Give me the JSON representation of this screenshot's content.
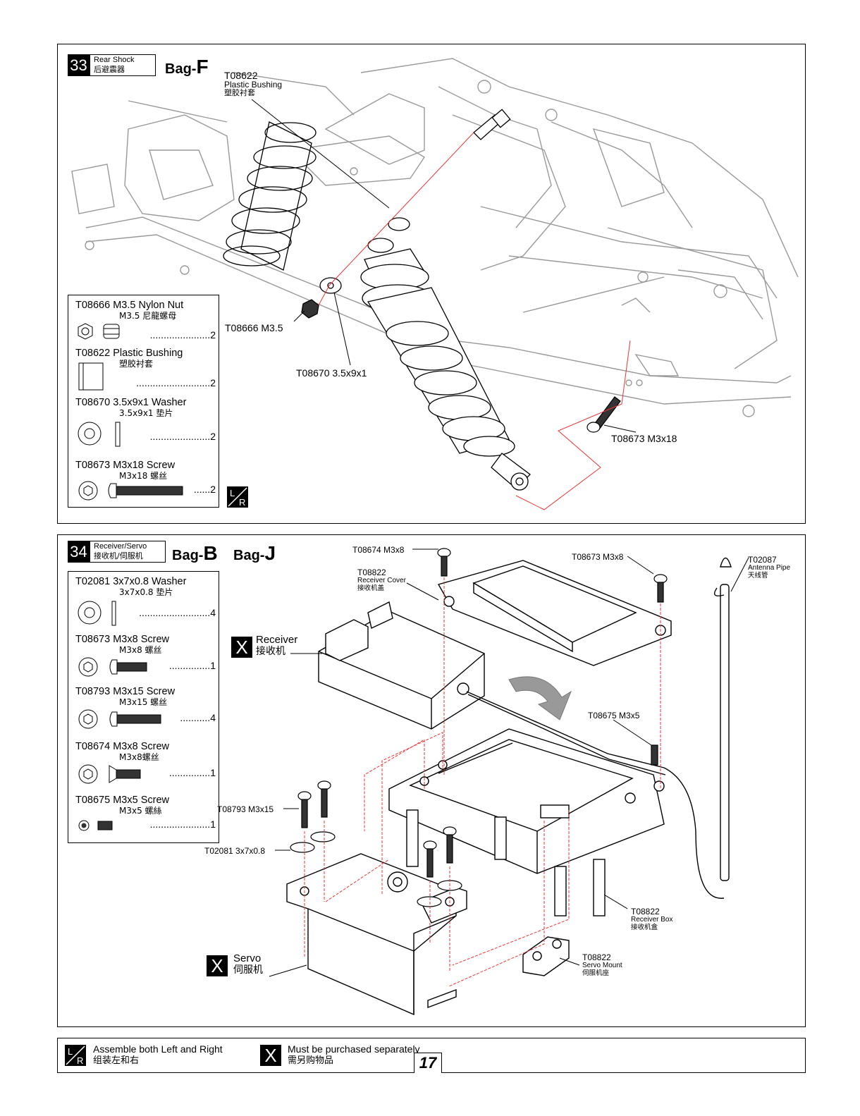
{
  "page_number": "17",
  "step33": {
    "number": "33",
    "title_en": "Rear Shock",
    "title_cn": "后避震器",
    "bag_prefix": "Bag-",
    "bag_letter": "F",
    "callouts": {
      "bushing_code": "T08622",
      "bushing_en": "Plastic Bushing",
      "bushing_cn": "塑胶衬套",
      "nut": "T08666 M3.5",
      "washer": "T08670 3.5x9x1",
      "screw": "T08673 M3x18"
    },
    "parts": [
      {
        "name": "T08666  M3.5 Nylon Nut",
        "cn": "M3.5 尼龍螺母",
        "qty": "2",
        "icon": "nylon-nut-icon"
      },
      {
        "name": "T08622  Plastic Bushing",
        "cn": "塑胶衬套",
        "qty": "2",
        "icon": "bushing-icon"
      },
      {
        "name": "T08670  3.5x9x1 Washer",
        "cn": "3.5x9x1 垫片",
        "qty": "2",
        "icon": "washer-icon"
      },
      {
        "name": "T08673  M3x18 Screw",
        "cn": "M3x18 螺丝",
        "qty": "2",
        "icon": "screw-icon"
      }
    ]
  },
  "step34": {
    "number": "34",
    "title_en": "Receiver/Servo",
    "title_cn": "接收机/伺服机",
    "bag1_prefix": "Bag-",
    "bag1_letter": "B",
    "bag2_prefix": "Bag-",
    "bag2_letter": "J",
    "parts": [
      {
        "name": "T02081  3x7x0.8 Washer",
        "cn": "3x7x0.8 垫片",
        "qty": "4",
        "icon": "washer-icon"
      },
      {
        "name": "T08673  M3x8 Screw",
        "cn": "M3x8 螺丝",
        "qty": "1",
        "icon": "screw-icon"
      },
      {
        "name": "T08793  M3x15 Screw",
        "cn": "M3x15 螺丝",
        "qty": "4",
        "icon": "screw-icon"
      },
      {
        "name": "T08674  M3x8 Screw",
        "cn": "M3x8螺丝",
        "qty": "1",
        "icon": "countersunk-screw-icon"
      },
      {
        "name": "T08675  M3x5 Screw",
        "cn": "M3x5 螺絲",
        "qty": "1",
        "icon": "set-screw-icon"
      }
    ],
    "callouts": {
      "screw_t08674": "T08674 M3x8",
      "screw_t08673": "T08673 M3x8",
      "cover_code": "T08822",
      "cover_en": "Receiver Cover",
      "cover_cn": "接收机盖",
      "antenna_code": "T02087",
      "antenna_en": "Antenna Pipe",
      "antenna_cn": "天线管",
      "receiver_en": "Receiver",
      "receiver_cn": "接收机",
      "set_screw": "T08675 M3x5",
      "screw_t08793": "T08793 M3x15",
      "washer_t02081": "T02081 3x7x0.8",
      "box_code": "T08822",
      "box_en": "Receiver Box",
      "box_cn": "接收机盒",
      "mount_code": "T08822",
      "mount_en": "Servo Mount",
      "mount_cn": "伺服机座",
      "servo_en": "Servo",
      "servo_cn": "伺服机"
    }
  },
  "legend": {
    "lr_en": "Assemble both Left and Right",
    "lr_cn": "组装左和右",
    "x_en": "Must be purchased separately",
    "x_cn": "需另购物品",
    "lr_badge_l": "L",
    "lr_badge_r": "R",
    "x_badge": "X"
  }
}
